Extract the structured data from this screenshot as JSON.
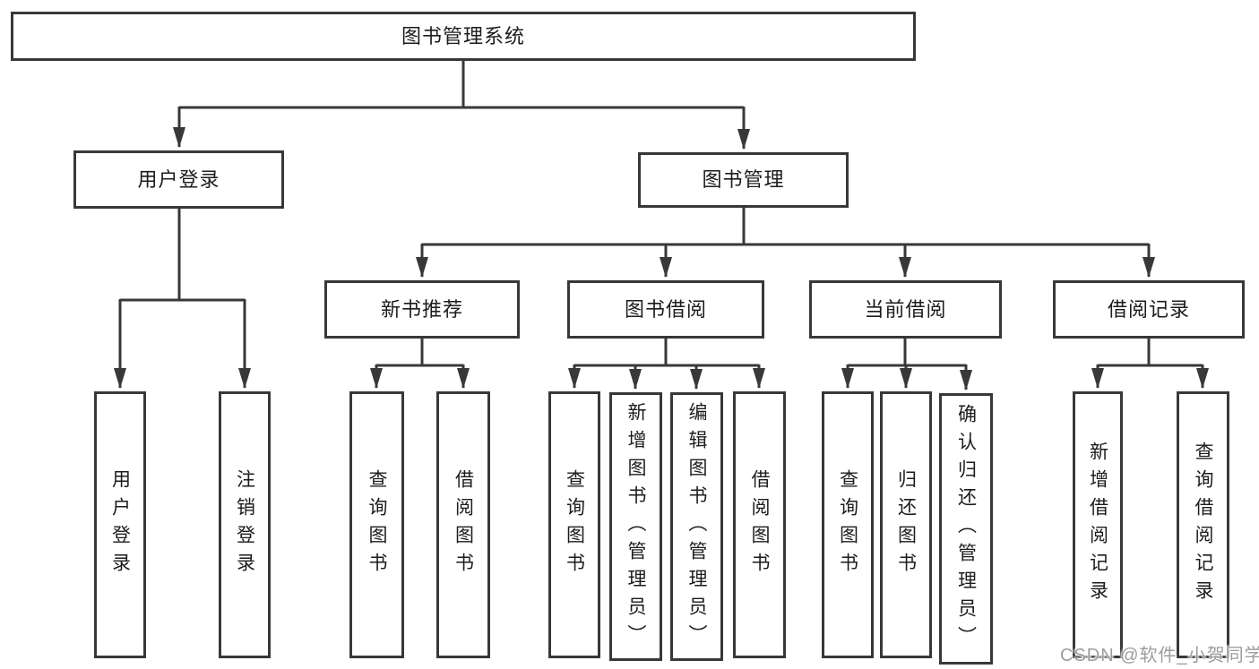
{
  "diagram": {
    "root": {
      "label": "图书管理系统"
    },
    "branches": [
      {
        "label": "用户登录",
        "children": [
          "用户登录",
          "注销登录"
        ]
      },
      {
        "label": "图书管理",
        "children": [
          {
            "label": "新书推荐",
            "children": [
              "查询图书",
              "借阅图书"
            ]
          },
          {
            "label": "图书借阅",
            "children": [
              "查询图书",
              "新增图书（管理员）",
              "编辑图书（管理员）",
              "借阅图书"
            ]
          },
          {
            "label": "当前借阅",
            "children": [
              "查询图书",
              "归还图书",
              "确认归还（管理员）"
            ]
          },
          {
            "label": "借阅记录",
            "children": [
              "新增借阅记录",
              "查询借阅记录"
            ]
          }
        ]
      }
    ]
  },
  "watermark": {
    "text": "CSDN @软件_小贺同学"
  },
  "colors": {
    "line": "#383838",
    "box_border": "#383838",
    "box_fill": "#ffffff",
    "text": "#1c1c1c",
    "watermark_text": "#9d9d9d",
    "background": "#ffffff"
  }
}
